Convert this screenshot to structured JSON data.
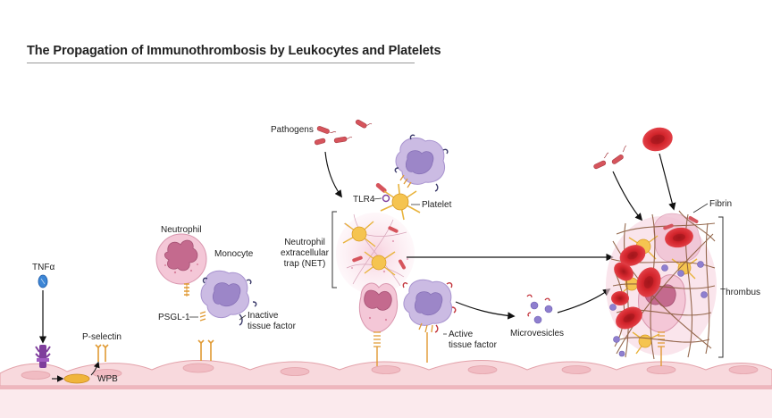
{
  "title": "The Propagation of Immunothrombosis by Leukocytes and Platelets",
  "labels": {
    "tnfa": "TNFα",
    "wpb": "WPB",
    "p_selectin": "P-selectin",
    "neutrophil": "Neutrophil",
    "monocyte": "Monocyte",
    "psgl1": "PSGL-1",
    "inactive_tf": "Inactive\ntissue factor",
    "pathogens": "Pathogens",
    "tlr4": "TLR4",
    "platelet": "Platelet",
    "net": "Neutrophil\nextracellular\ntrap (NET)",
    "active_tf": "Active\ntissue factor",
    "microvesicles": "Microvesicles",
    "fibrin": "Fibrin",
    "thrombus": "Thrombus"
  },
  "colors": {
    "endothelium": "#f9dfe2",
    "endothelium_line": "#e6a4ac",
    "neutrophil": "#f3c6d6",
    "neutrophil_nucleus": "#c46a8e",
    "monocyte": "#c9b8e2",
    "monocyte_nucleus": "#9a83c5",
    "platelet": "#f5c450",
    "rbc": "#d5282e",
    "pathogen": "#d5555e",
    "fibrin": "#8a5a3c",
    "microvesicle": "#8f7fcf",
    "receptor": "#e2a04a"
  }
}
